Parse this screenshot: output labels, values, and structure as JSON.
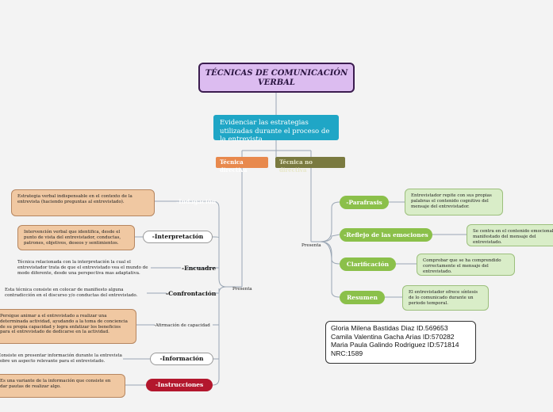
{
  "title": "TÉCNICAS DE COMUNICACIÓN VERBAL",
  "subtitle": "Evidenciar las estrategias utilizadas durante el proceso de la entrevista",
  "branches": {
    "directiva": "Técnica directiva",
    "no_directiva": "Técnica no directiva"
  },
  "connector_labels": {
    "presenta_left": "Presenta",
    "presenta_right": "Presenta"
  },
  "directive_items": [
    {
      "label": "-Indagación",
      "desc": "Estrategia verbal indispensable en el contexto de la entrevista (haciendo preguntas al entrevistado)."
    },
    {
      "label": "-Interpretación",
      "desc": "Intervención verbal que identifica, desde el punto de vista del entrevistador, conductas, patrones, objetivos, deseos y sentimientos."
    },
    {
      "label": "-Encuadre",
      "desc": "Técnica relacionada con la interpretación la cual el entrevistador trata de que el entrevistado vea el mundo de modo diferente, desde una perspectiva mas adaptativa."
    },
    {
      "label": "-Confrontación",
      "desc": "Esta técnica consiste en colocar de manifiesto alguna contradicción en el discurso y/o conductas del entrevistado."
    },
    {
      "label": "-Afirmación de capacidad",
      "desc": "Persigue animar a el entrevistado a realizar una determinada actividad, ayudando a la toma de conciencia de su propia capacidad y logra enfatizar los beneficios para el entrevistado de dedicarse en la actividad."
    },
    {
      "label": "-Información",
      "desc": "Consiste en presentar información durante la entrevista sobre un aspecto relevante para el entrevistado."
    },
    {
      "label": "-Instrucciones",
      "desc": "Es una variante de la información que consiste en dar pautas de realizar algo."
    }
  ],
  "non_directive_items": [
    {
      "label": "-Parafrasis",
      "desc": "Entrevistador repite con sus propias palabras el contenido cognitivo del mensaje del entrevistador."
    },
    {
      "label": "-Reflejo de las emociones",
      "desc": "Se centra en el contenido emocional manifestado del mensaje del entrevistado."
    },
    {
      "label": "Clarificación",
      "desc": "Comprobar que se ha comprendido correctamente el mensaje del entrevistado."
    },
    {
      "label": "Resumen",
      "desc": "El entrevistador ofrece síntesis de lo comunicado durante un periodo temporal."
    }
  ],
  "credits": [
    "Gloria Milena Bastidas Diaz ID.569653",
    "Camila Valentina Gacha Arias ID:570282",
    "Maria Paula Galindo Rodriguez ID:571814",
    "NRC:1589"
  ],
  "colors": {
    "title_bg": "#dcbcf0",
    "subtitle_bg": "#1fa6c6",
    "directiva": "#e8894d",
    "no_directiva": "#7a7a40",
    "green_node": "#8bc04a",
    "red_node": "#b3172d",
    "peach_box": "#f0c8a2",
    "green_box": "#d9edc8"
  }
}
